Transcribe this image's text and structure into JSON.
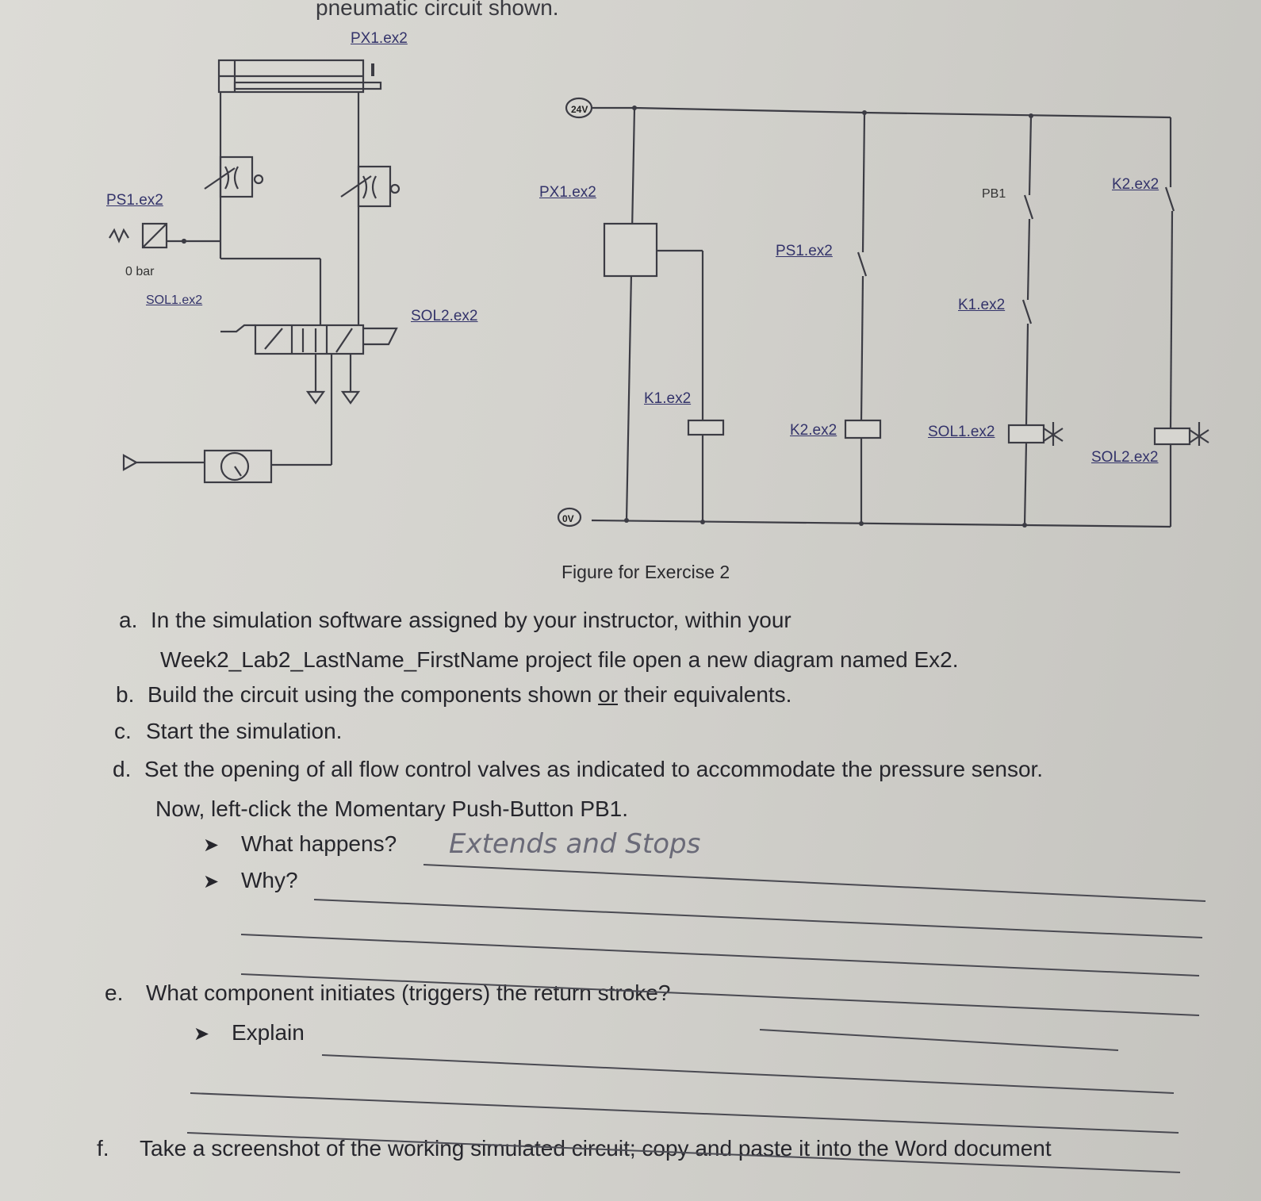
{
  "header": {
    "text": "pneumatic circuit shown."
  },
  "pneumatic": {
    "px1": "PX1.ex2",
    "ps1": "PS1.ex2",
    "pressure": "0 bar",
    "sol1": "SOL1.ex2",
    "sol2": "SOL2.ex2"
  },
  "electrical": {
    "v24": "24V",
    "v0": "0V",
    "px1": "PX1.ex2",
    "ps1": "PS1.ex2",
    "pb1": "PB1",
    "k2_contact": "K2.ex2",
    "k1_contact": "K1.ex2",
    "k1_coil": "K1.ex2",
    "k2_coil": "K2.ex2",
    "sol1_coil": "SOL1.ex2",
    "sol2_coil": "SOL2.ex2"
  },
  "caption": "Figure for Exercise 2",
  "questions": {
    "a": {
      "letter": "a.",
      "line1": "In the simulation software assigned by your instructor, within your",
      "line2": "Week2_Lab2_LastName_FirstName project file open a new diagram named Ex2."
    },
    "b": {
      "letter": "b.",
      "before": "Build the circuit using the components shown ",
      "or": "or",
      "after": " their equivalents."
    },
    "c": {
      "letter": "c.",
      "text": "Start the simulation."
    },
    "d": {
      "letter": "d.",
      "line1": "Set the opening of all flow control valves as indicated to accommodate the pressure sensor.",
      "line2": "Now, left-click the Momentary Push-Button PB1.",
      "what_happens": "What happens?",
      "what_answer": "Extends and Stops",
      "why": "Why?"
    },
    "e": {
      "letter": "e.",
      "text": "What component initiates (triggers) the return stroke?",
      "explain": "Explain"
    },
    "f": {
      "letter": "f.",
      "text": "Take a screenshot of the working simulated circuit; copy and paste it into the Word document"
    }
  }
}
